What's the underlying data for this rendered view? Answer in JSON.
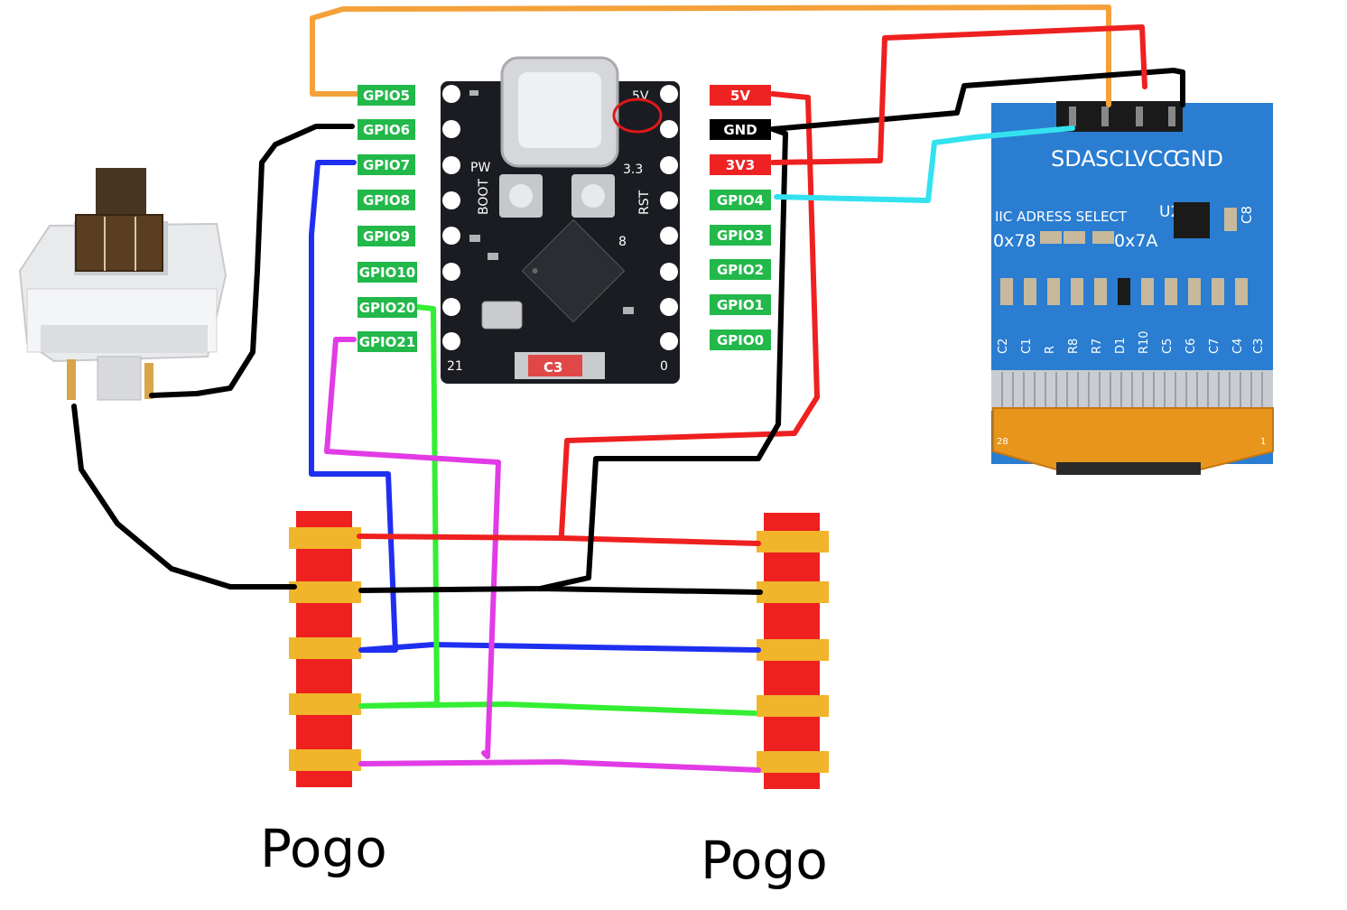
{
  "colors": {
    "orange": "#f4a13a",
    "black": "#000000",
    "blue": "#1f2ff0",
    "green": "#33ee33",
    "magenta": "#e23be6",
    "red": "#ef2020",
    "cyan": "#33e2ee",
    "pin_green": "#22b84a",
    "pin_red": "#ee2222",
    "pcb_black": "#1a1c22",
    "oled_blue": "#2a7dd0",
    "pogo_red": "#ee2020",
    "pogo_gold": "#f0b52a"
  },
  "left_pins": [
    "GPIO5",
    "GPIO6",
    "GPIO7",
    "GPIO8",
    "GPIO9",
    "GPIO10",
    "GPIO20",
    "GPIO21"
  ],
  "right_pins": [
    "5V",
    "GND",
    "3V3",
    "GPIO4",
    "GPIO3",
    "GPIO2",
    "GPIO1",
    "GPIO0"
  ],
  "board": {
    "silk_5v": "5V",
    "silk_pw": "PW",
    "silk_33": "3.3",
    "silk_boot": "BOOT",
    "silk_rst": "RST",
    "silk_8": "8",
    "silk_21": "21",
    "silk_0": "0",
    "silk_c3": "C3"
  },
  "oled": {
    "pins": [
      "SDA",
      "SCL",
      "VCC",
      "GND"
    ],
    "iic_label": "IIC ADRESS SELECT",
    "addr_left": "0x78",
    "addr_right": "0x7A",
    "u2": "U2",
    "c8": "C8",
    "components": [
      "C2",
      "C1",
      "R",
      "R8",
      "R7",
      "D1",
      "R10",
      "C5",
      "C6",
      "C7",
      "C4",
      "C3"
    ],
    "pin28": "28",
    "pin1": "1"
  },
  "pogo": {
    "left_label": "Pogo",
    "right_label": "Pogo"
  }
}
